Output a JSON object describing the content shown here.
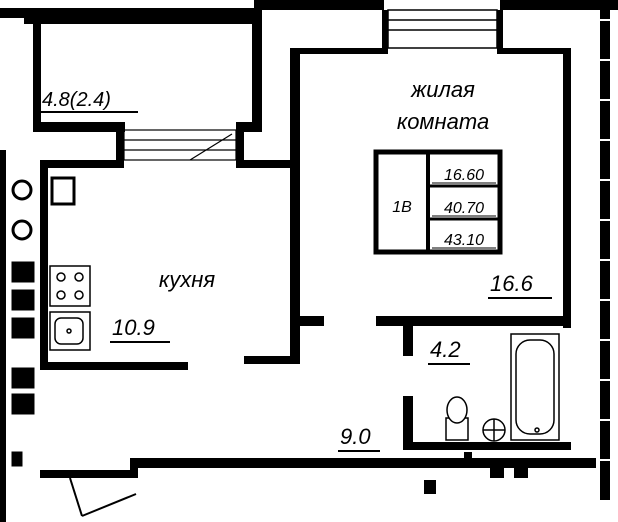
{
  "plan": {
    "rooms": {
      "balcony": {
        "area": "4.8(2.4)"
      },
      "living_room": {
        "name_line1": "жилая",
        "name_line2": "комната",
        "area": "16.6"
      },
      "kitchen": {
        "name": "кухня",
        "area": "10.9"
      },
      "bathroom": {
        "area": "4.2"
      },
      "hallway": {
        "area": "9.0"
      }
    },
    "apartment_box": {
      "type": "1В",
      "living_area": "16.60",
      "total_area": "40.70",
      "total_with_balcony": "43.10"
    }
  }
}
